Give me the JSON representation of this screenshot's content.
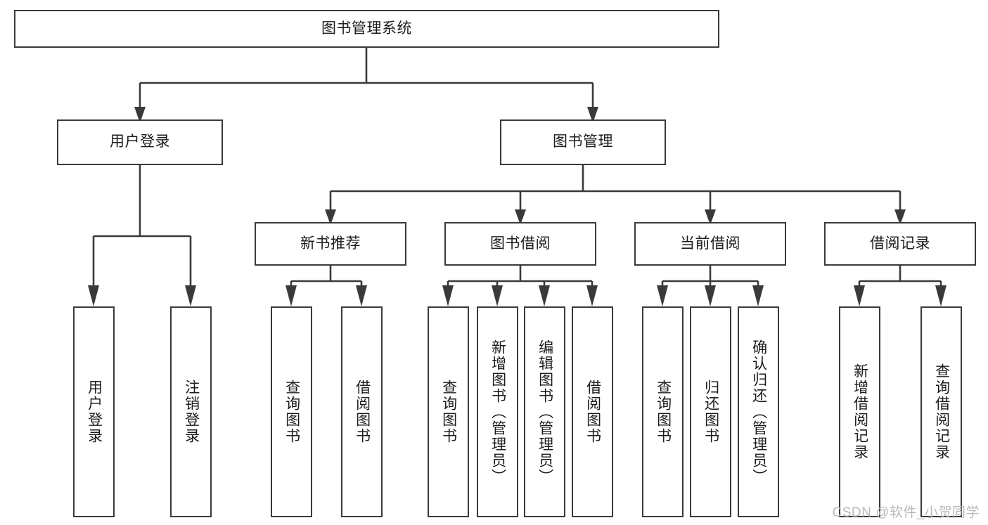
{
  "diagram": {
    "type": "tree-hierarchy",
    "title": "图书管理系统",
    "watermark": "CSDN @软件_小贺同学",
    "colors": {
      "background": "#ffffff",
      "stroke": "#3a3a3a",
      "text": "#1c1c1c",
      "watermark": "#b9b9b9"
    },
    "levels": {
      "root": {
        "label": "图书管理系统"
      },
      "level2": [
        {
          "label": "用户登录"
        },
        {
          "label": "图书管理"
        }
      ],
      "level3": [
        {
          "label": "新书推荐"
        },
        {
          "label": "图书借阅"
        },
        {
          "label": "当前借阅"
        },
        {
          "label": "借阅记录"
        }
      ]
    },
    "groups": [
      {
        "parent": "用户登录",
        "leaves": [
          {
            "label": "用户登录"
          },
          {
            "label": "注销登录"
          }
        ]
      },
      {
        "parent": "新书推荐",
        "leaves": [
          {
            "label": "查询图书"
          },
          {
            "label": "借阅图书"
          }
        ]
      },
      {
        "parent": "图书借阅",
        "leaves": [
          {
            "label": "查询图书"
          },
          {
            "label": "新增图书（管理员）"
          },
          {
            "label": "编辑图书（管理员）"
          },
          {
            "label": "借阅图书"
          }
        ]
      },
      {
        "parent": "当前借阅",
        "leaves": [
          {
            "label": "查询图书"
          },
          {
            "label": "归还图书"
          },
          {
            "label": "确认归还（管理员）"
          }
        ]
      },
      {
        "parent": "借阅记录",
        "leaves": [
          {
            "label": "新增借阅记录"
          },
          {
            "label": "查询借阅记录"
          }
        ]
      }
    ]
  }
}
